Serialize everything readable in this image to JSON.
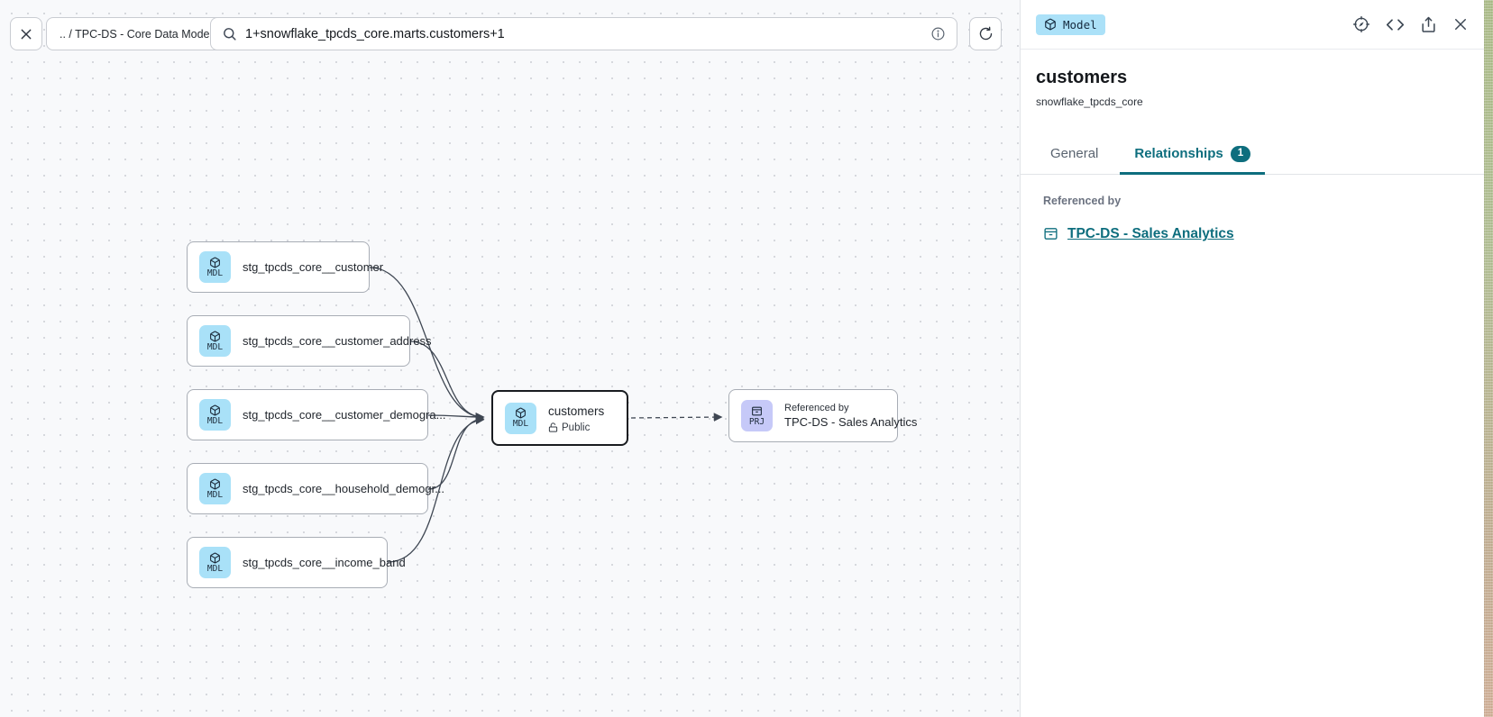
{
  "toolbar": {
    "close_icon": "x",
    "breadcrumb": ".. / TPC-DS - Core Data Models",
    "search_icon": "magnifier",
    "search_value": "1+snowflake_tpcds_core.marts.customers+1",
    "info_icon": "info-circle",
    "refresh_icon": "refresh"
  },
  "canvas": {
    "nodes": {
      "stg_customer": {
        "badge": "MDL",
        "label": "stg_tpcds_core__customer"
      },
      "stg_customer_address": {
        "badge": "MDL",
        "label": "stg_tpcds_core__customer_address"
      },
      "stg_customer_demographics": {
        "badge": "MDL",
        "label": "stg_tpcds_core__customer_demogra..."
      },
      "stg_household_demographics": {
        "badge": "MDL",
        "label": "stg_tpcds_core__household_demogr..."
      },
      "stg_income_band": {
        "badge": "MDL",
        "label": "stg_tpcds_core__income_band"
      },
      "customers": {
        "badge": "MDL",
        "label": "customers",
        "visibility": "Public"
      },
      "referenced_project": {
        "badge": "PRJ",
        "caption": "Referenced by",
        "label": "TPC-DS - Sales Analytics"
      }
    }
  },
  "panel": {
    "type_badge": "Model",
    "title": "customers",
    "subtitle": "snowflake_tpcds_core",
    "tabs": [
      {
        "label": "General",
        "active": false
      },
      {
        "label": "Relationships",
        "badge": "1",
        "active": true
      }
    ],
    "section_label": "Referenced by",
    "reference_link": "TPC-DS - Sales Analytics"
  },
  "colors": {
    "accent_teal": "#0e6e7e",
    "model_badge_blue": "#a9e1f8",
    "project_badge_purple": "#c6c9f8",
    "canvas_bg": "#f8f9fb",
    "edge": "#3f4753"
  }
}
